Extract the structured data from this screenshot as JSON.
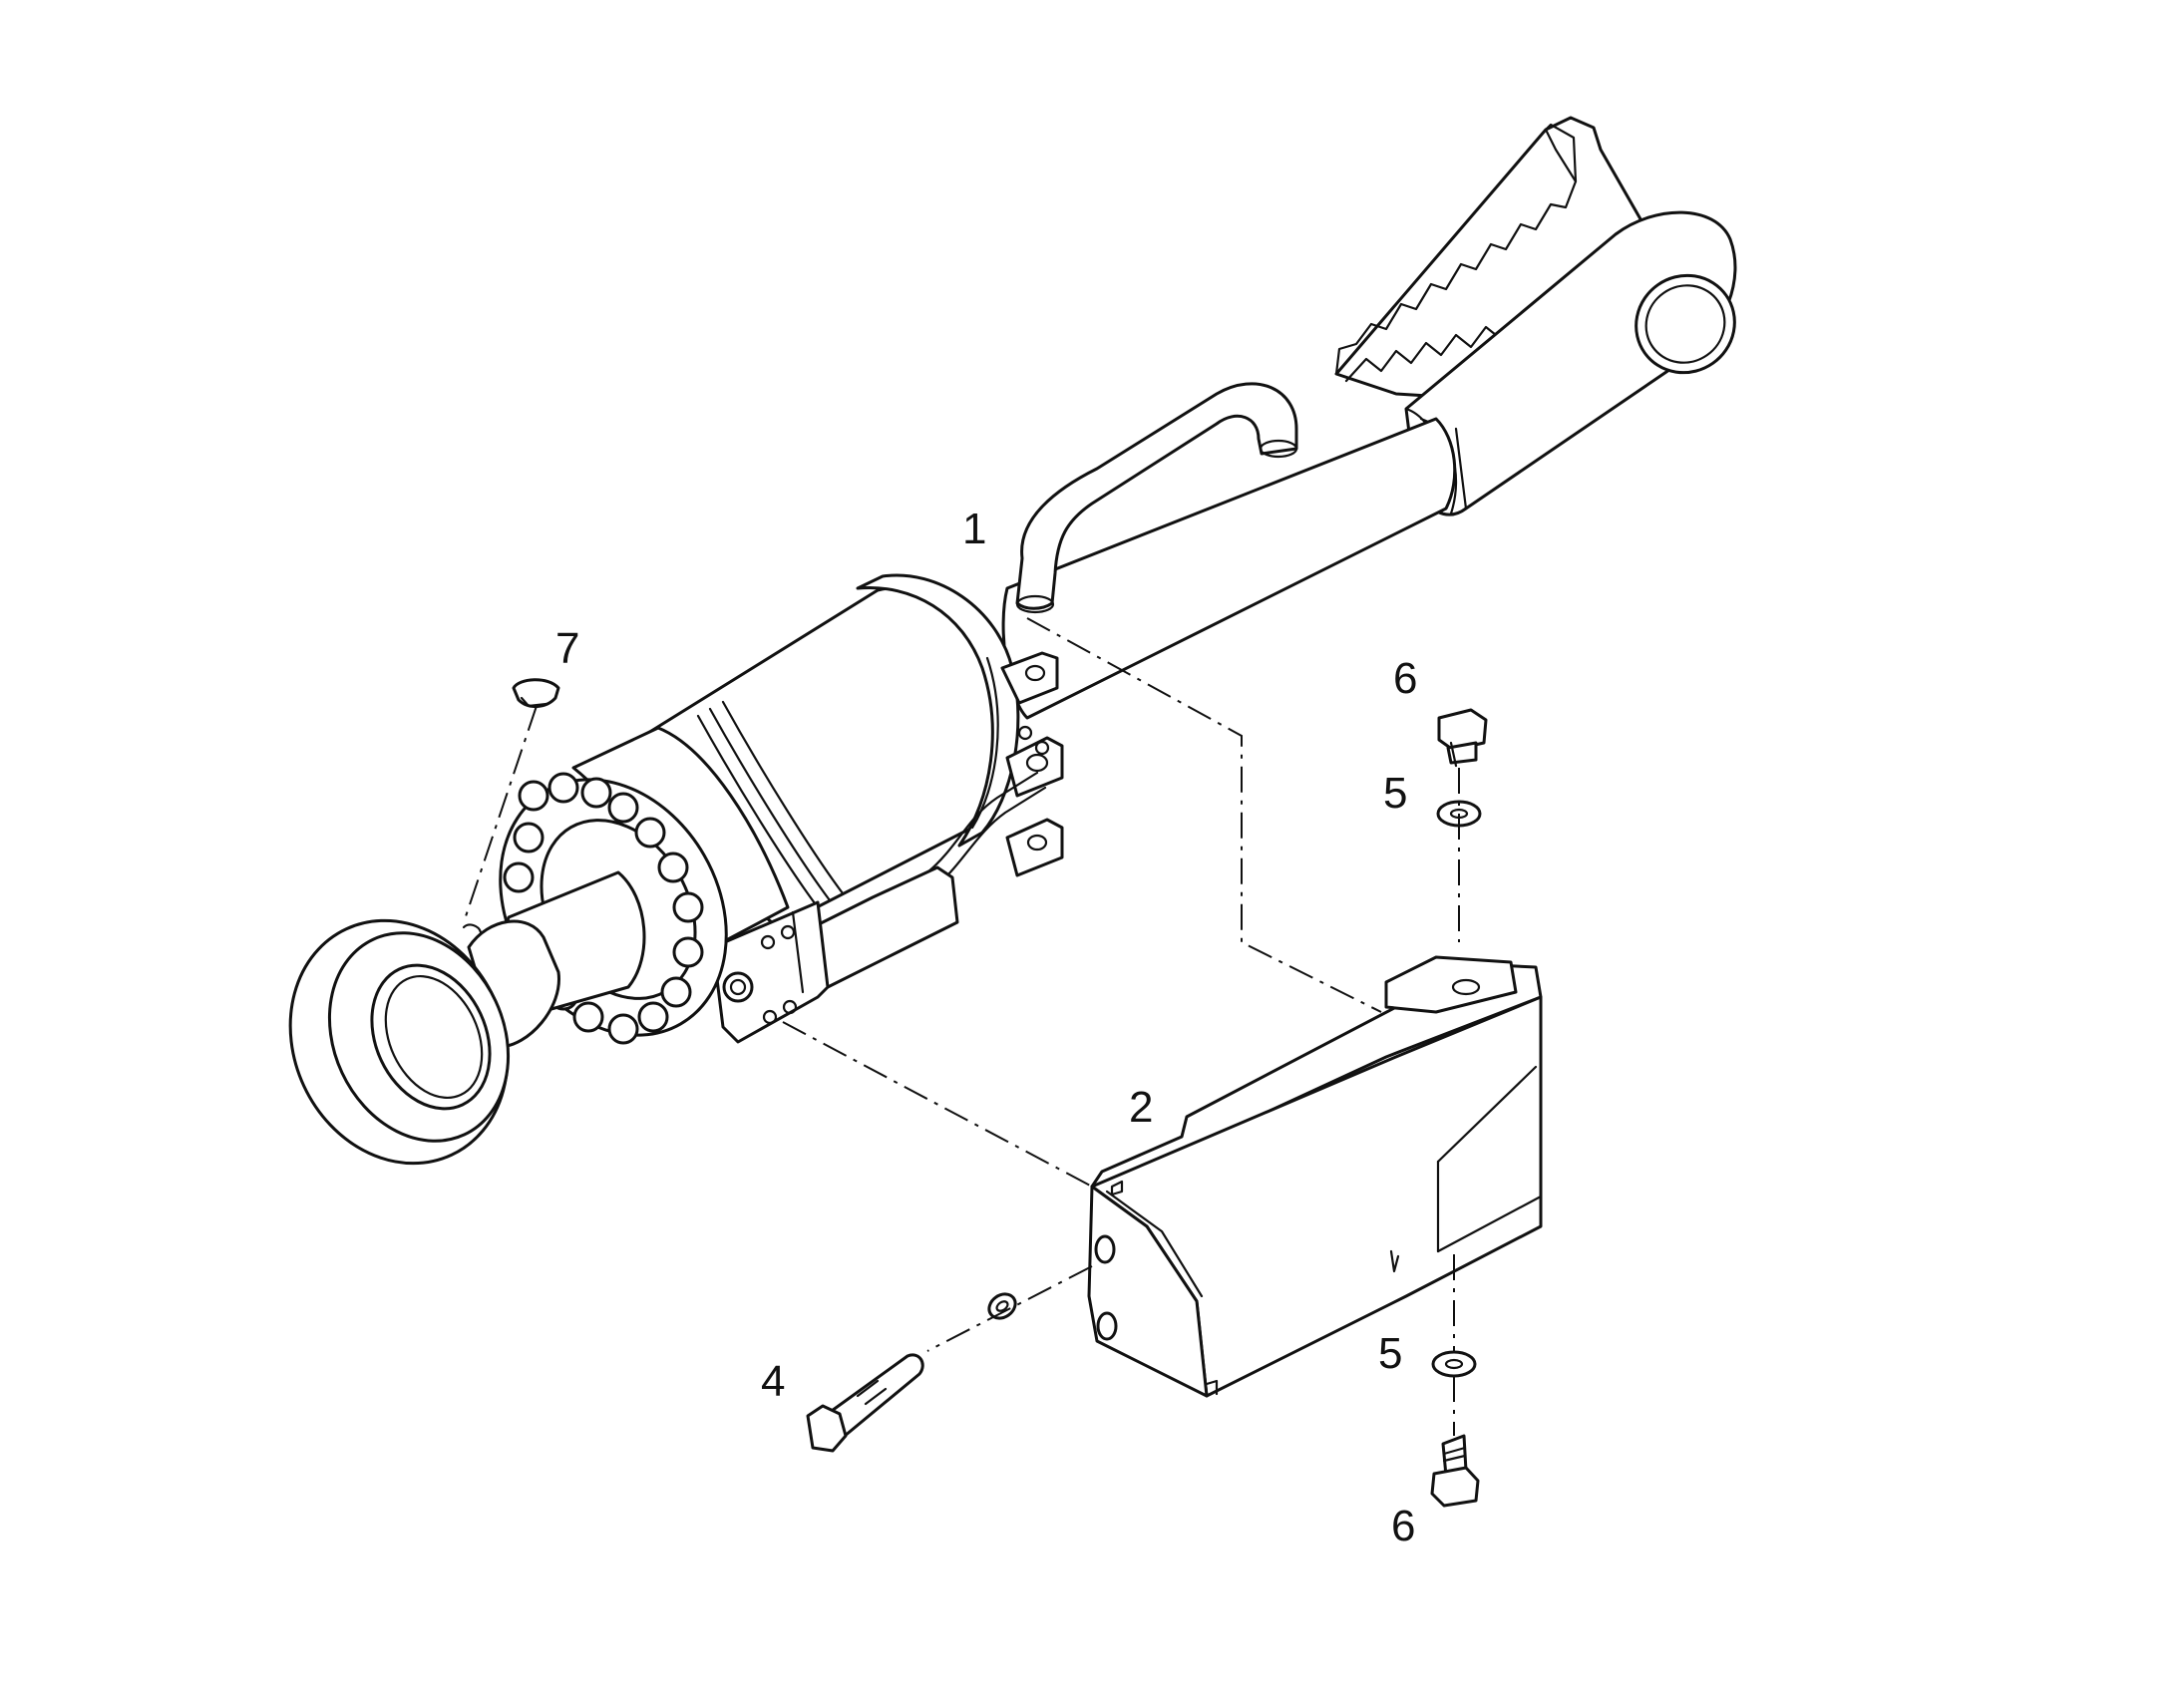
{
  "callouts": {
    "c1": "1",
    "c2": "2",
    "c4": "4",
    "c5_top": "5",
    "c5_bottom": "5",
    "c6_top": "6",
    "c6_bottom": "6",
    "c7": "7"
  }
}
